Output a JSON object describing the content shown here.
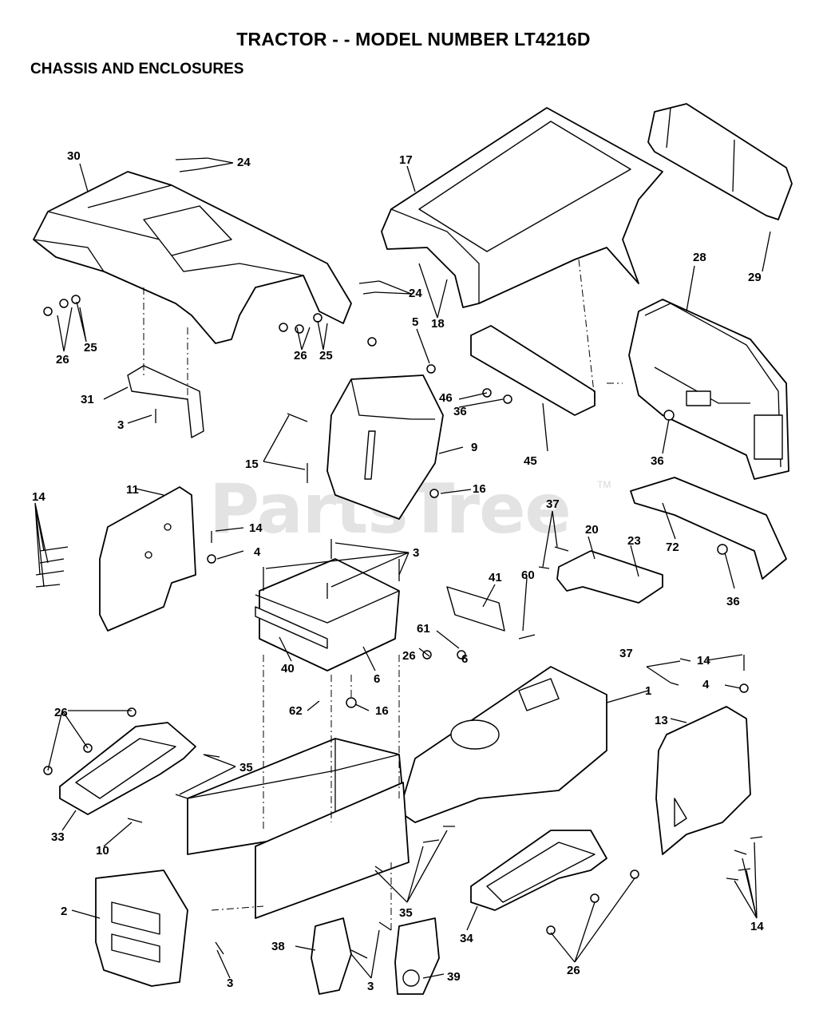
{
  "header": {
    "title": "TRACTOR - - MODEL NUMBER LT4216D",
    "subtitle": "CHASSIS AND ENCLOSURES"
  },
  "watermark": {
    "text": "PartsTree",
    "tm": "TM"
  },
  "callouts": [
    "30",
    "24",
    "24",
    "17",
    "29",
    "28",
    "26",
    "25",
    "26",
    "25",
    "18",
    "5",
    "46",
    "36",
    "45",
    "36",
    "31",
    "3",
    "15",
    "9",
    "16",
    "11",
    "14",
    "14",
    "4",
    "3",
    "37",
    "20",
    "23",
    "72",
    "36",
    "41",
    "60",
    "61",
    "26",
    "6",
    "40",
    "6",
    "37",
    "14",
    "4",
    "1",
    "26",
    "62",
    "16",
    "13",
    "35",
    "33",
    "10",
    "35",
    "2",
    "3",
    "38",
    "3",
    "39",
    "34",
    "26",
    "14"
  ]
}
